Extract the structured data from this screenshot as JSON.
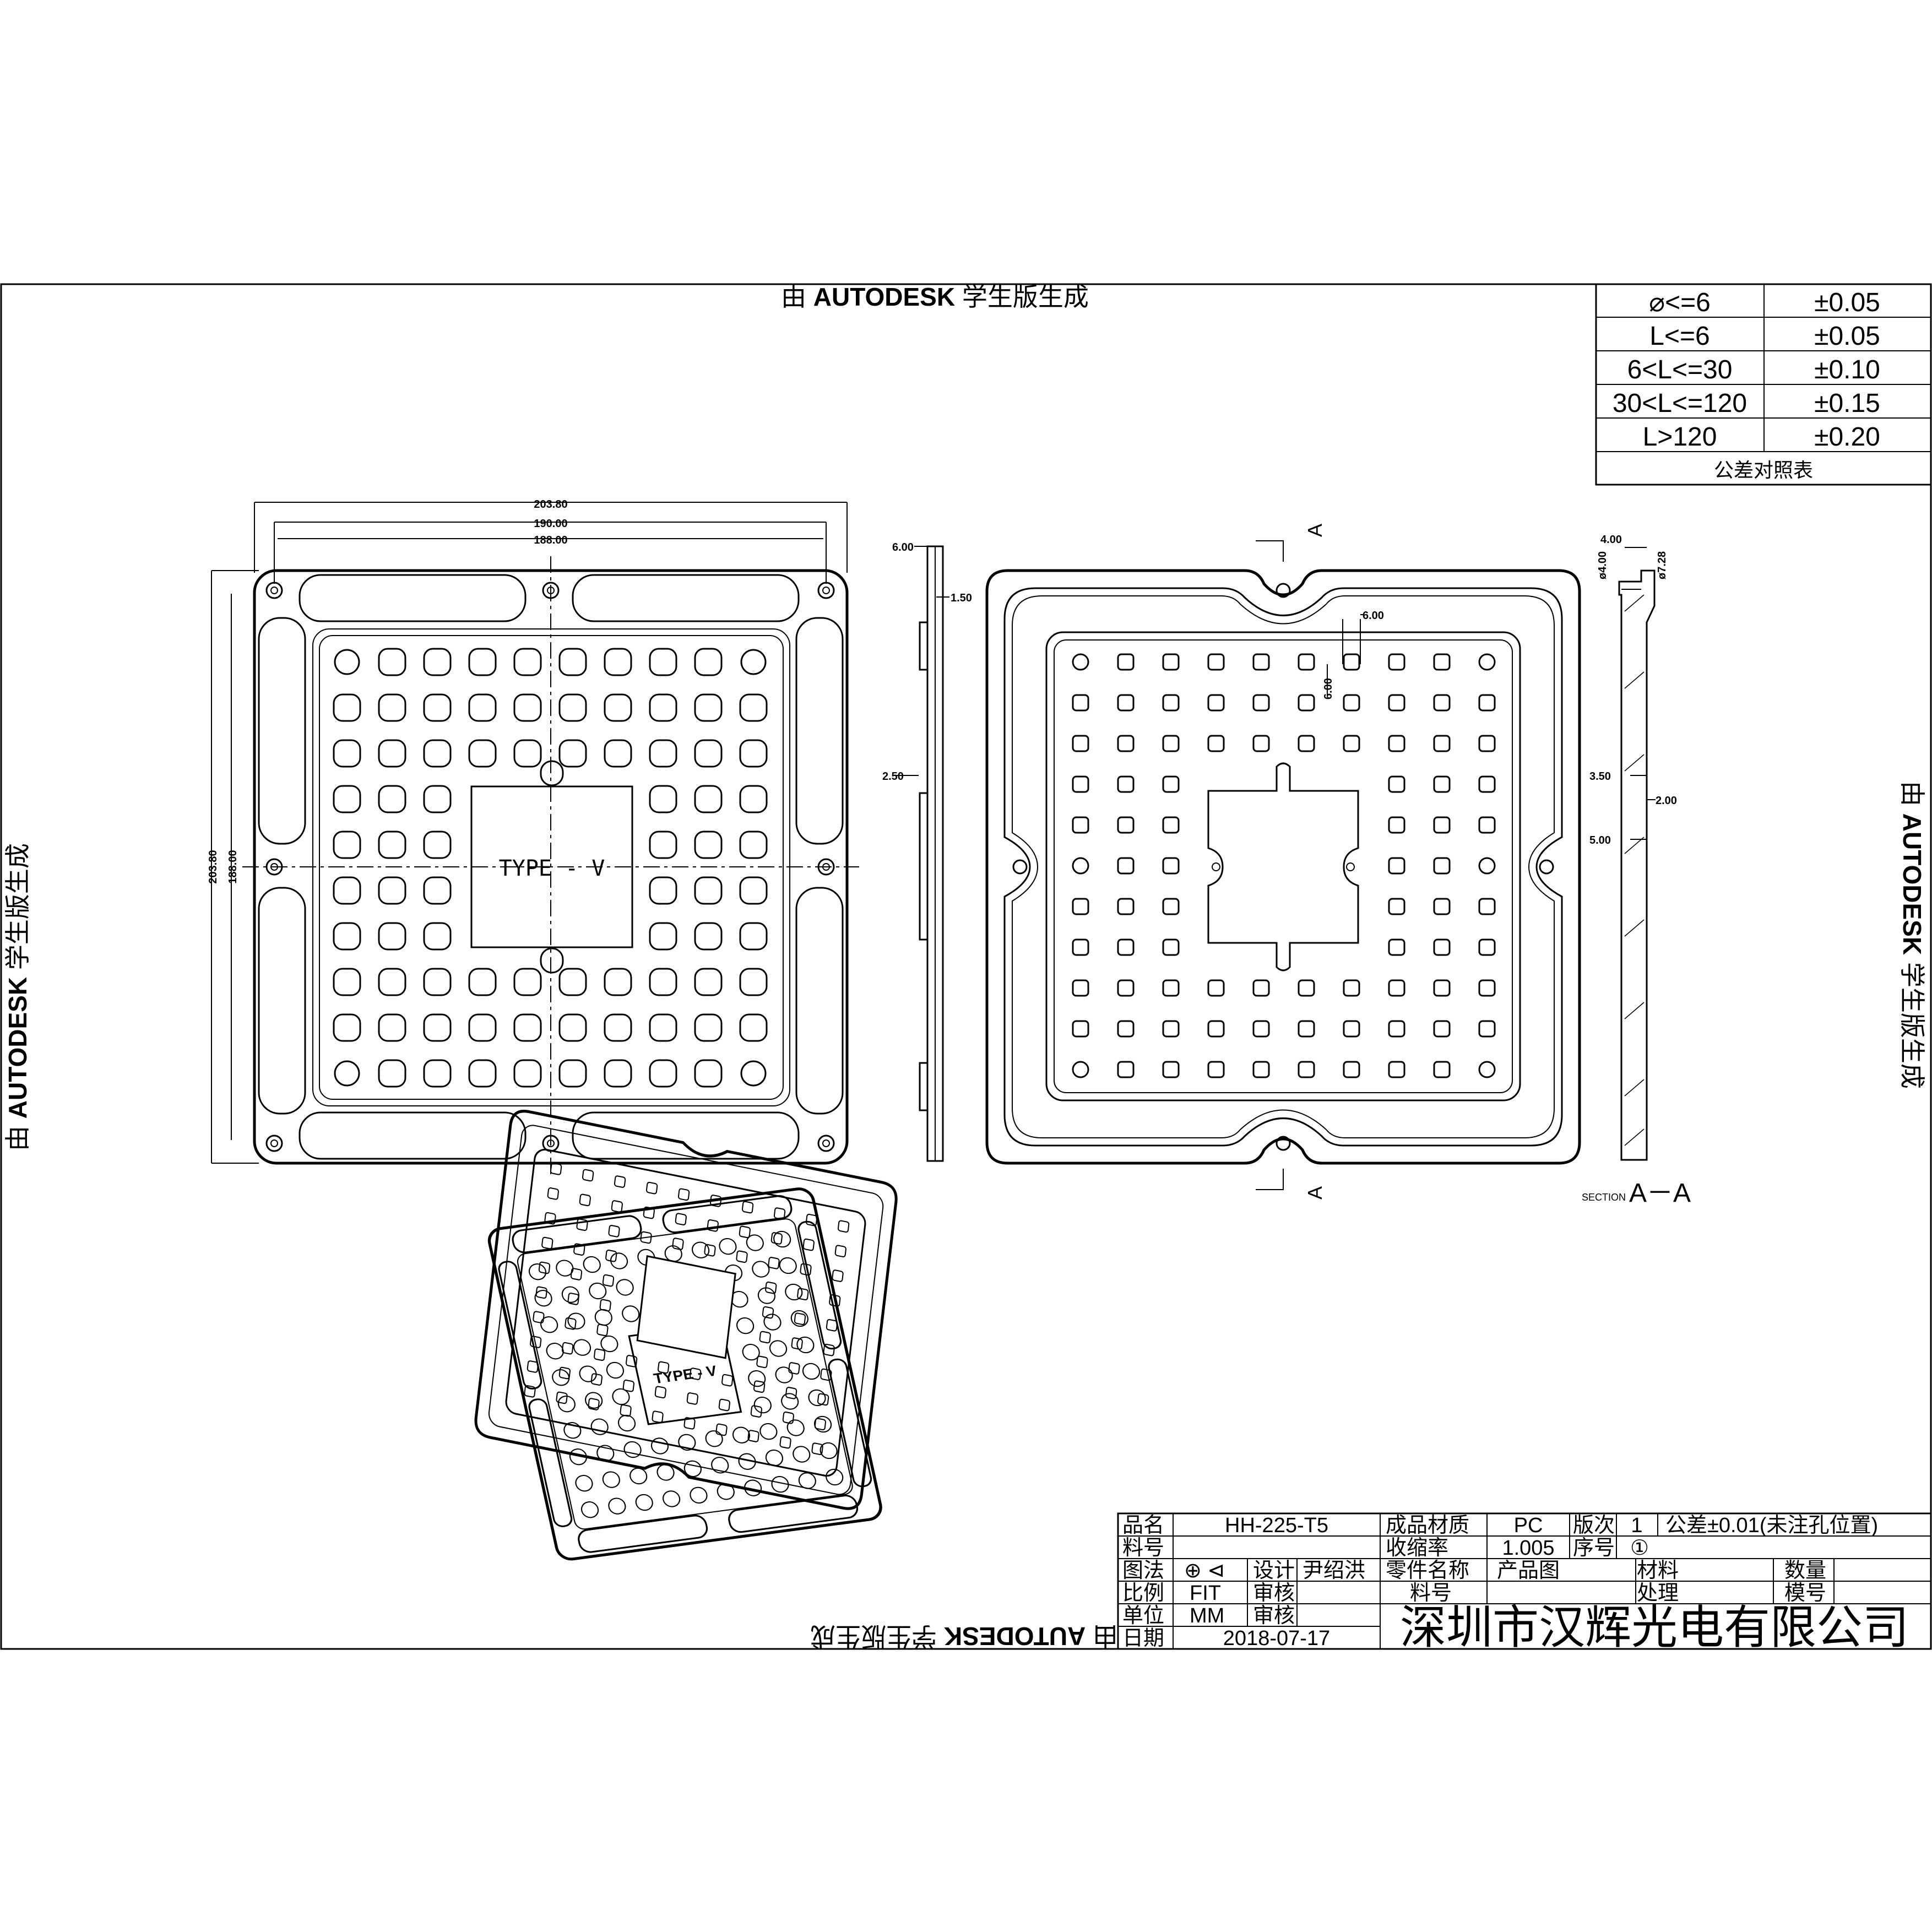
{
  "watermark": {
    "prefix": "由",
    "brand": "AUTODESK",
    "suffix": "学生版生成"
  },
  "tolerance_table": {
    "rows": [
      {
        "range": "⌀<=6",
        "tol": "±0.05"
      },
      {
        "range": "L<=6",
        "tol": "±0.05"
      },
      {
        "range": "6<L<=30",
        "tol": "±0.10"
      },
      {
        "range": "30<L<=120",
        "tol": "±0.15"
      },
      {
        "range": "L>120",
        "tol": "±0.20"
      }
    ],
    "caption": "公差对照表"
  },
  "front_view": {
    "dims": {
      "overall_w": "203.80",
      "hole_w": "190.00",
      "inner_w": "188.00",
      "overall_h": "203.80",
      "inner_h": "188.00"
    },
    "center_label": "TYPE - V"
  },
  "side_view": {
    "dims": {
      "top": "6.00",
      "step": "1.50",
      "mid": "2.50"
    }
  },
  "back_view": {
    "section_mark": "A",
    "dims": {
      "pocket_w": "6.00",
      "pocket_h": "6.00"
    }
  },
  "section_view": {
    "dims": {
      "w": "4.00",
      "d1": "ø4.00",
      "d2": "ø7.28",
      "h1": "3.50",
      "h2": "2.00",
      "h3": "5.00"
    },
    "label_small": "SECTION",
    "label_big": "A－A"
  },
  "iso_views": {
    "center_label": "TYPE - V"
  },
  "title_block": {
    "r1": {
      "k1": "品名",
      "v1": "HH-225-T5",
      "k2": "成品材质",
      "v2": "PC",
      "k3": "版次",
      "v3": "1",
      "note": "公差±0.01(未注孔位置)"
    },
    "r2": {
      "k1": "料号",
      "k2": "收缩率",
      "v2": "1.005",
      "k3": "序号",
      "v3": "①"
    },
    "r3": {
      "k1": "图法",
      "v1": "⊕ ⊲",
      "k2": "设计",
      "v2": "尹绍洪",
      "k3": "零件名称",
      "v3": "产品图",
      "k4": "材料",
      "k5": "数量"
    },
    "r4": {
      "k1": "比例",
      "v1": "FIT",
      "k2": "审核",
      "k3": "料号",
      "k4": "处理",
      "k5": "模号"
    },
    "r5": {
      "k1": "单位",
      "v1": "MM",
      "k2": "审核"
    },
    "r6": {
      "k1": "日期",
      "v1": "2018-07-17"
    },
    "company": "深圳市汉辉光电有限公司"
  }
}
